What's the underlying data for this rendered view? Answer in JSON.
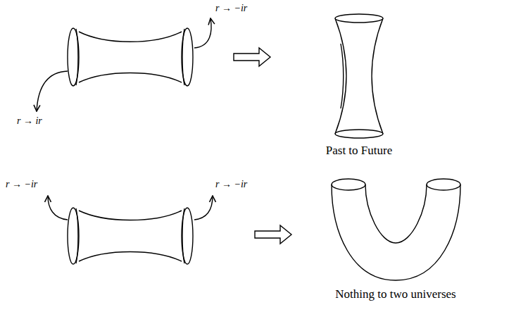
{
  "diagram": {
    "labels": [
      "r → −ir",
      "r → ir",
      "Past to Future",
      "r → −ir",
      "r → −ir",
      "Nothing to two universes"
    ]
  }
}
